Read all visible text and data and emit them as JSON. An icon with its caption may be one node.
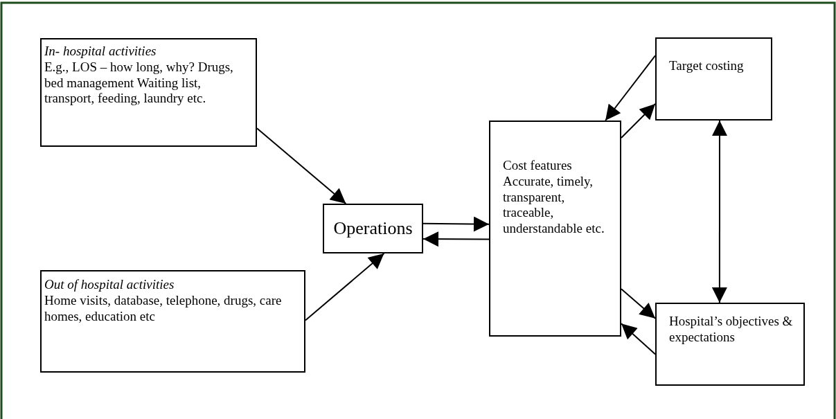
{
  "diagram": {
    "nodes": [
      {
        "text": [
          "In- hospital activities",
          "E.g., LOS – how long, why? Drugs, bed management Waiting list, transport, feeding, laundry etc."
        ]
      },
      {
        "text": [
          "Out of hospital activities",
          "Home visits, database, telephone, drugs, care homes, education etc"
        ]
      },
      {
        "text": [
          "Operations"
        ]
      },
      {
        "text": [
          "Cost features Accurate, timely, transparent, traceable, understandable etc."
        ]
      },
      {
        "text": [
          "Target costing"
        ]
      },
      {
        "text": [
          "Hospital’s objectives & expectations"
        ]
      }
    ],
    "edges": [
      {
        "from": 0,
        "to": 2,
        "arrow": "to"
      },
      {
        "from": 1,
        "to": 2,
        "arrow": "to"
      },
      {
        "from": 2,
        "to": 3,
        "arrow": "to"
      },
      {
        "from": 3,
        "to": 2,
        "arrow": "to"
      },
      {
        "from": 4,
        "to": 3,
        "arrow": "to"
      },
      {
        "from": 3,
        "to": 4,
        "arrow": "to"
      },
      {
        "from": 4,
        "to": 5,
        "arrow": "both"
      },
      {
        "from": 3,
        "to": 5,
        "arrow": "to"
      },
      {
        "from": 5,
        "to": 3,
        "arrow": "to"
      }
    ]
  }
}
